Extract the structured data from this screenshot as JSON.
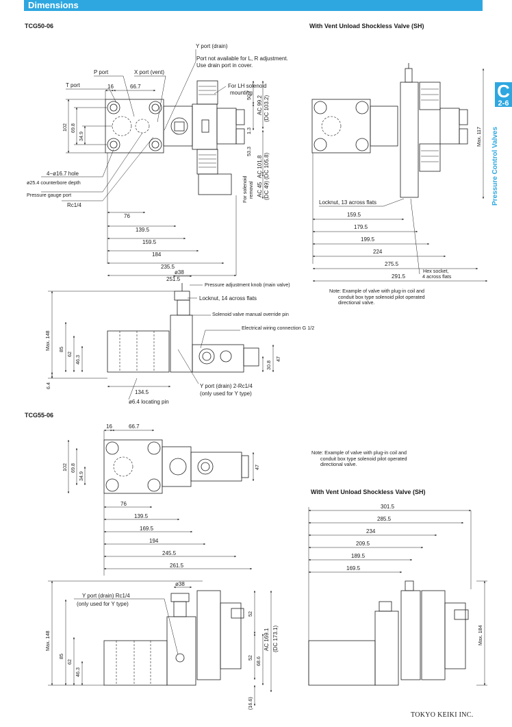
{
  "header": {
    "title": "Dimensions"
  },
  "side_tab": {
    "letter": "C",
    "page": "2-6",
    "label": "Pressure Control Valves"
  },
  "sections": {
    "tcg50": "TCG50-06",
    "tcg55": "TCG55-06",
    "vent_top": "With Vent Unload Shockless Valve (SH)",
    "vent_bottom": "With Vent Unload Shockless Valve (SH)"
  },
  "tcg50_top": {
    "y_port_drain": "Y port (drain)",
    "y_port_note_1": "Port not available for L, R adjustment.",
    "y_port_note_2": "Use drain port in cover.",
    "p_port": "P port",
    "x_port": "X port (vent)",
    "t_port": "T port",
    "dim_16": "16",
    "dim_66_7": "66.7",
    "lh_solenoid_1": "For LH solenoid",
    "lh_solenoid_2": "mounting",
    "dim_102": "102",
    "dim_69_8": "69.8",
    "dim_34_9": "34.9",
    "hole": "4−ø16.7 hole",
    "counterbore": "ø25.4 counterbore depth",
    "gauge_port": "Pressure gauge port",
    "rc14": "Rc1/4",
    "dim_76": "76",
    "dim_139_5": "139.5",
    "dim_159_5": "159.5",
    "dim_184": "184",
    "dim_235_5": "235.5",
    "dim_251_5": "251.5",
    "dim_50_7": "50.7",
    "dim_1_3": "1.3",
    "dim_53_3": "53.3",
    "ac_99_2": "AC 99.2",
    "dc_103_2": "(DC 103.2)",
    "ac_101_8": "AC 101.8",
    "dc_105_8": "(DC 105.8)",
    "solenoid_removal_1": "For solenoid",
    "solenoid_removal_2": "removal",
    "ac_45": "AC 45",
    "dc_49": "(DC 49)"
  },
  "sh_top": {
    "max_117": "Max. 117",
    "locknut_13": "Locknut, 13 across flats",
    "dim_159_5": "159.5",
    "dim_179_5": "179.5",
    "dim_199_5": "199.5",
    "dim_224": "224",
    "dim_275_5": "275.5",
    "dim_291_5": "291.5",
    "hex_socket_1": "Hex socket,",
    "hex_socket_2": "4 across flats"
  },
  "tcg50_side": {
    "dim_38": "ø38",
    "knob": "Pressure adjustment knob (main valve)",
    "locknut_14": "Locknut, 14 across flats",
    "override": "Solenoid valve manual override pin",
    "electrical": "Electrical wiring connection G 1/2",
    "max_148": "Max. 148",
    "dim_85": "85",
    "dim_62": "62",
    "dim_46_3": "46.3",
    "dim_6_4": "6.4",
    "dim_30_8": "30.8",
    "dim_47": "47",
    "dim_134_5": "134.5",
    "y_drain": "Y port (drain) 2-Rc1/4",
    "y_only": "(only used for Y type)",
    "locating_pin": "ø6.4 locating pin"
  },
  "note_top": {
    "l1": "Note: Example of valve with plug-in coil and",
    "l2": "conduit box type solenoid pilot operated",
    "l3": "directional valve."
  },
  "tcg55_top": {
    "dim_16": "16",
    "dim_66_7": "66.7",
    "dim_102": "102",
    "dim_69_8": "69.8",
    "dim_34_9": "34.9",
    "dim_47": "47",
    "dim_76": "76",
    "dim_139_5": "139.5",
    "dim_169_5": "169.5",
    "dim_194": "194",
    "dim_245_5": "245.5",
    "dim_261_5": "261.5"
  },
  "note_bottom": {
    "l1": "Note: Example of valve with plug-in coil and",
    "l2": "conduit box type solenoid pilot operated",
    "l3": "directional valve."
  },
  "sh_bottom": {
    "dim_301_5": "301.5",
    "dim_285_5": "285.5",
    "dim_234": "234",
    "dim_209_5": "209.5",
    "dim_189_5": "189.5",
    "dim_169_5": "169.5",
    "max_184": "Max. 184"
  },
  "tcg55_side": {
    "dim_38": "ø38",
    "y_drain": "Y port (drain) Rc1/4",
    "y_only": "(only used for Y type)",
    "max_148": "Max. 148",
    "dim_85": "85",
    "dim_62": "62",
    "dim_46_3": "46.3",
    "dim_52a": "52",
    "dim_52b": "52",
    "dim_68_6": "68.6",
    "ac_169_1": "AC 169.1",
    "dc_173_1": "(DC 173.1)",
    "dim_16_6": "(16.6)"
  },
  "footer": {
    "company": "TOKYO KEIKI INC."
  }
}
